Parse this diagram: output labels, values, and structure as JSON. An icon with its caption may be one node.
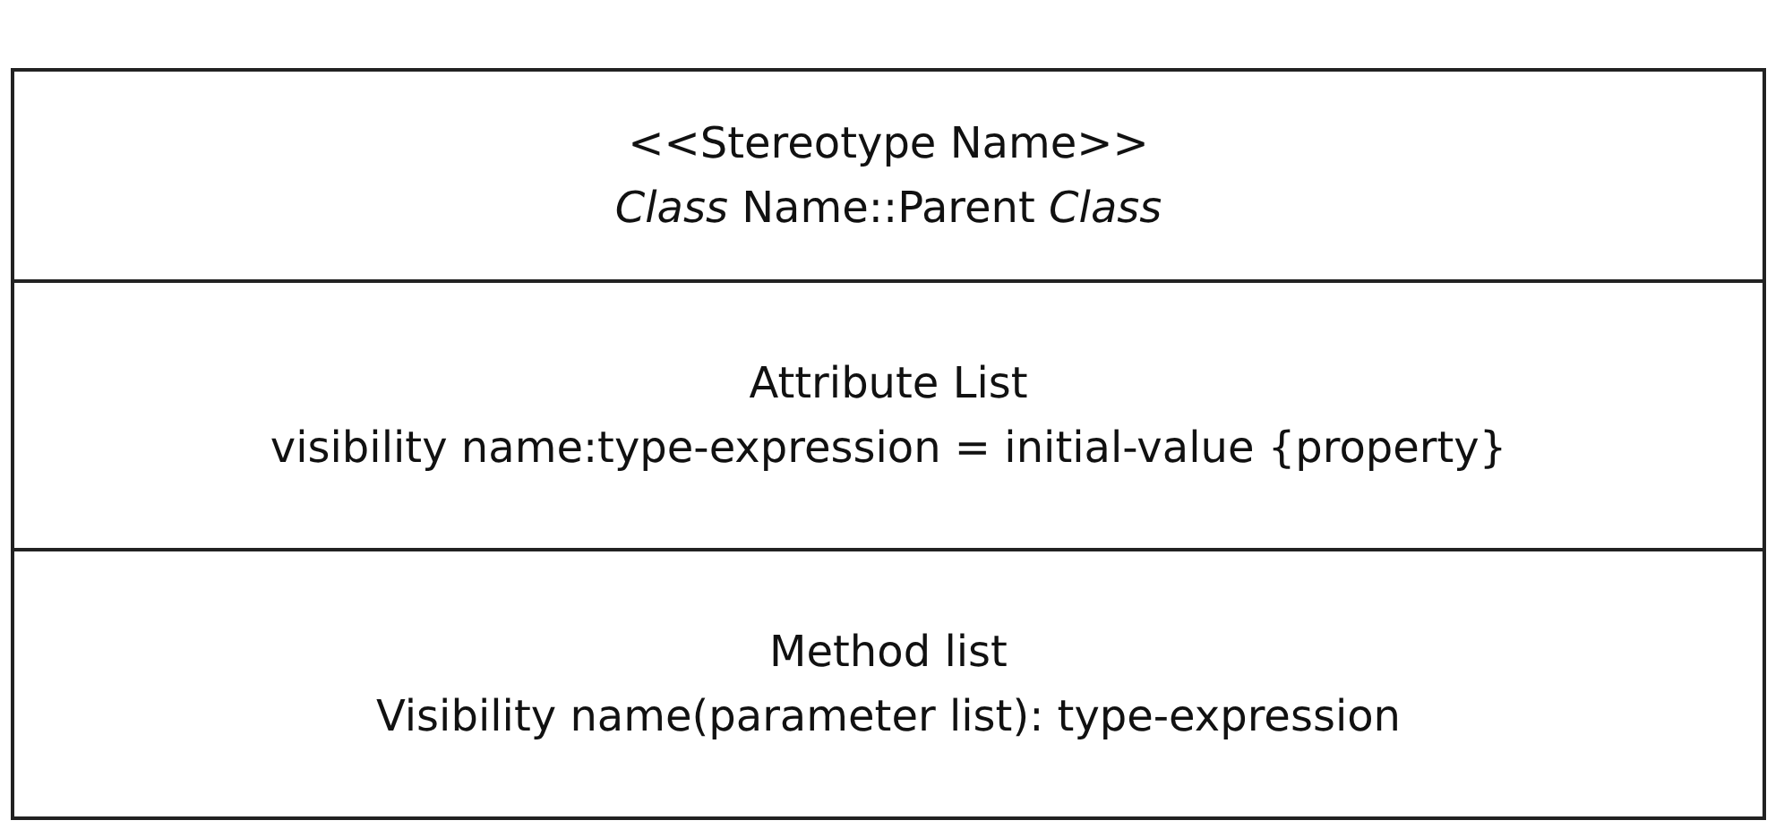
{
  "diagram": {
    "nodes": [
      {
        "text": [
          "<<Stereotype Name>>",
          "*Class* Name::Parent *Class*"
        ]
      },
      {
        "text": [
          "Attribute List",
          "visibility name:type-expression = initial-value {property}"
        ]
      },
      {
        "text": [
          "Method list",
          "Visibility name(parameter list): type-expression"
        ]
      }
    ]
  }
}
